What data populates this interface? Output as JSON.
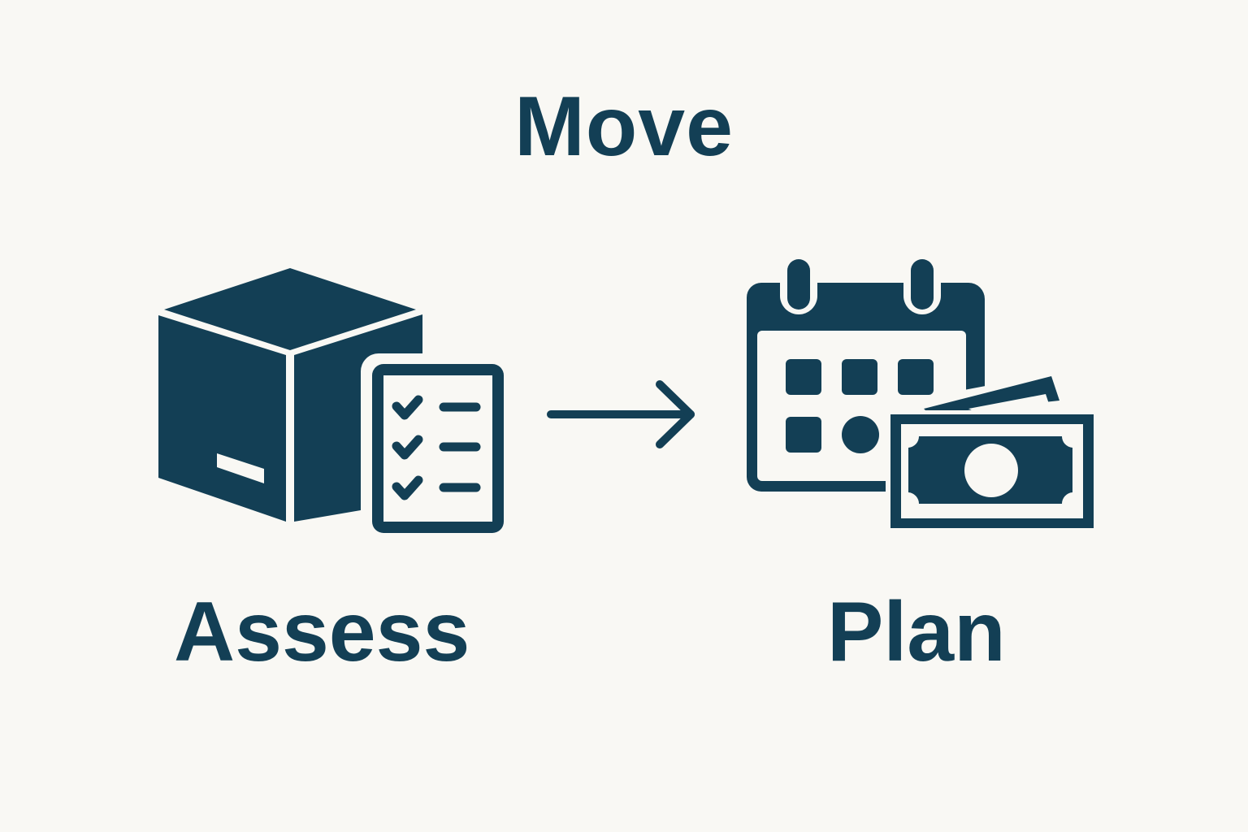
{
  "diagram": {
    "title": "Move",
    "steps": [
      {
        "label": "Assess",
        "icon": "box-checklist-icon"
      },
      {
        "label": "Plan",
        "icon": "calendar-money-icon"
      }
    ],
    "connector": "right-arrow-icon",
    "colors": {
      "primary": "#133f55",
      "background": "#f9f8f4"
    }
  }
}
